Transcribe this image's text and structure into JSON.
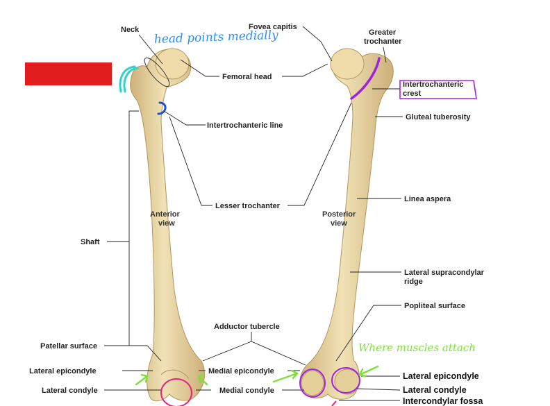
{
  "labels": {
    "neck": "Neck",
    "fovea_capitis": "Fovea capitis",
    "greater_trochanter_1": "Greater",
    "greater_trochanter_2": "trochanter",
    "femoral_head": "Femoral head",
    "intertrochanteric_crest_1": "Intertrochanteric",
    "intertrochanteric_crest_2": "crest",
    "gluteal_tuberosity": "Gluteal tuberosity",
    "intertrochanteric_line": "Intertrochanteric line",
    "lesser_trochanter": "Lesser trochanter",
    "linea_aspera": "Linea aspera",
    "anterior_view_1": "Anterior",
    "anterior_view_2": "view",
    "posterior_view_1": "Posterior",
    "posterior_view_2": "view",
    "shaft": "Shaft",
    "lateral_supracondylar_ridge_1": "Lateral supracondylar",
    "lateral_supracondylar_ridge_2": "ridge",
    "popliteal_surface": "Popliteal surface",
    "adductor_tubercle": "Adductor tubercle",
    "patellar_surface": "Patellar surface",
    "lateral_epicondyle": "Lateral epicondyle",
    "medial_epicondyle": "Medial epicondyle",
    "lateral_condyle": "Lateral condyle",
    "medial_condyle": "Medial condyle",
    "lateral_epicondyle_typed": "Lateral epicondyle",
    "lateral_condyle_typed": "Lateral condyle",
    "intercondylar_fossa_typed": "Intercondylar fossa"
  },
  "annotations": {
    "head_points_medially": "head points medially",
    "where_muscles_attach": "Where muscles attach"
  },
  "colors": {
    "bone_fill": "#e3cf99",
    "bone_shade": "#c9ae72",
    "redaction": "#e11d1d",
    "blue_ink": "#2f8ff0",
    "cyan_mark": "#33d1c8",
    "dark_blue_mark": "#1f4fd8",
    "purple_mark": "#a020e6",
    "pink_mark": "#e8207e",
    "green_mark": "#7fe03a"
  }
}
